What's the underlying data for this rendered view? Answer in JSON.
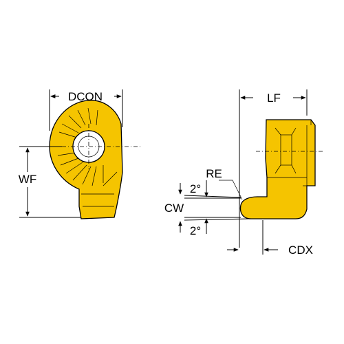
{
  "labels": {
    "dcon": "DCON",
    "wf": "WF",
    "lf": "LF",
    "re": "RE",
    "angle_top": "2°",
    "cw": "CW",
    "angle_bottom": "2°",
    "cdx": "CDX"
  },
  "colors": {
    "insert_fill": "#F5C400",
    "line": "#000000",
    "background": "#FFFFFF"
  }
}
